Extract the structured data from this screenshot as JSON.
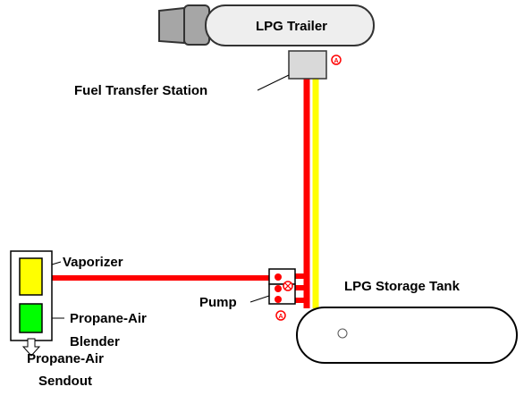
{
  "labels": {
    "trailer": "LPG Trailer",
    "transfer_station": "Fuel Transfer Station",
    "vaporizer": "Vaporizer",
    "pump": "Pump",
    "storage_tank": "LPG Storage Tank",
    "blender_line1": "Propane-Air",
    "blender_line2": "Blender",
    "sendout_line1": "Propane-Air",
    "sendout_line2": "Sendout"
  },
  "colors": {
    "liquid_line": "#ff0000",
    "vapor_line": "#ffff00",
    "blender_fill": "#00ff00",
    "mixture_line": "#33cc00",
    "equipment_fill": "#d9d9d9",
    "trailer_cab": "#a6a6a6",
    "valve_red": "#ff0000"
  },
  "symbols": {
    "emergency_valve": "ESD-icon",
    "pump_valve": "X-valve-icon",
    "tank_gauge": "level-gauge-icon",
    "sendout_arrow": "down-arrow-icon"
  }
}
